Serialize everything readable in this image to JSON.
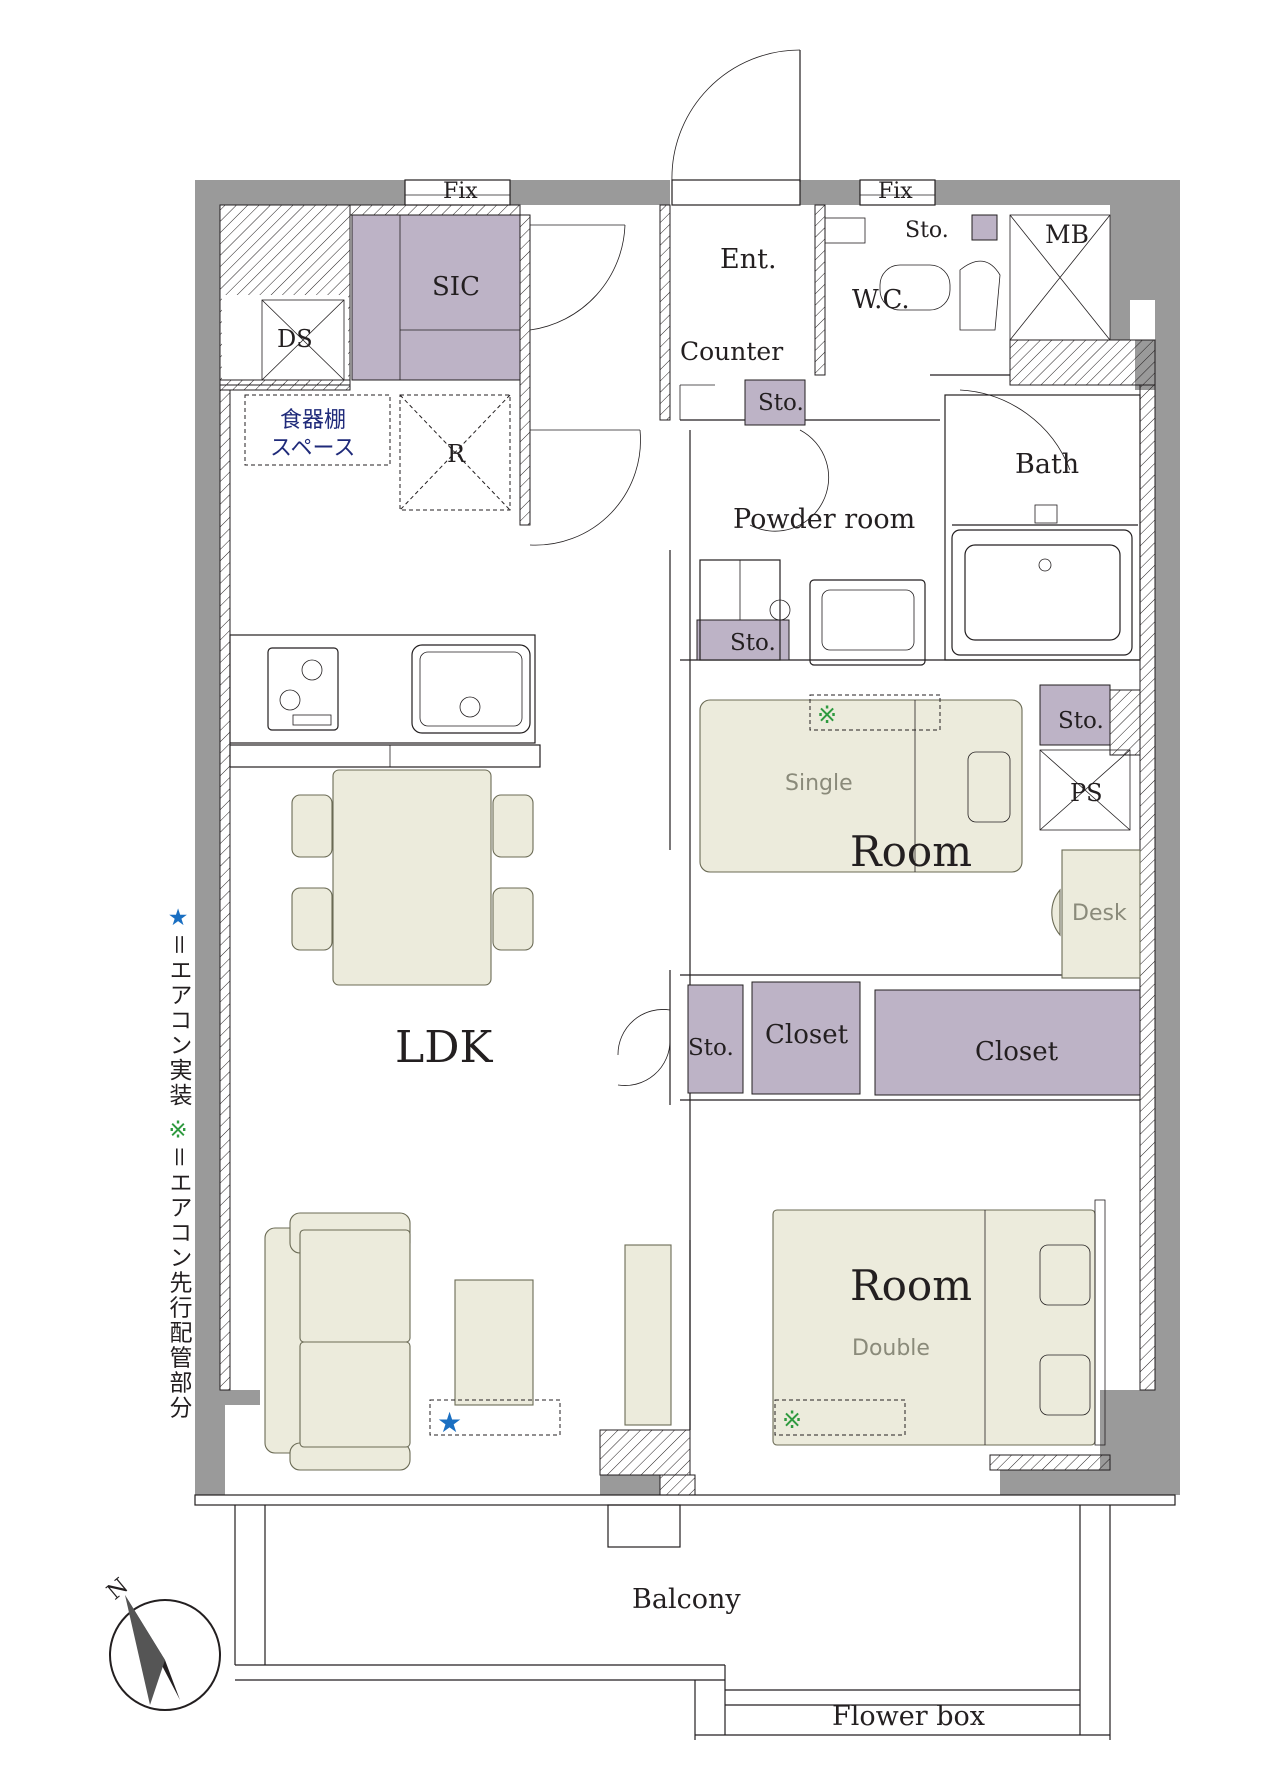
{
  "rooms": {
    "fix_left": "Fix",
    "fix_right": "Fix",
    "sic": "SIC",
    "ds": "DS",
    "ent": "Ent.",
    "wc": "W.C.",
    "sto_top": "Sto.",
    "mb": "MB",
    "counter": "Counter",
    "sto_entry": "Sto.",
    "dish_space_1": "食器棚",
    "dish_space_2": "スペース",
    "fridge": "R",
    "powder_room": "Powder room",
    "bath": "Bath",
    "sto_powder": "Sto.",
    "sto_room": "Sto.",
    "ps": "PS",
    "bed_single": "Single",
    "room_1": "Room",
    "desk": "Desk",
    "ldk": "LDK",
    "sto_mid": "Sto.",
    "closet_1": "Closet",
    "closet_2": "Closet",
    "room_2": "Room",
    "bed_double": "Double",
    "balcony": "Balcony",
    "flower_box": "Flower box"
  },
  "markers": {
    "star": "★",
    "kome": "※"
  },
  "legend": {
    "star": "★",
    "star_text": "＝エアコン実装",
    "kome": "※",
    "kome_text": "＝エアコン先行配管部分"
  },
  "compass": {
    "north": "N"
  },
  "colors": {
    "wall": "#9a9a9a",
    "storage": "#bdb3c6",
    "furniture": "#ecebdc",
    "dish_label": "#1f2a7a",
    "star": "#1a6fc2",
    "kome": "#2e9a3f"
  }
}
